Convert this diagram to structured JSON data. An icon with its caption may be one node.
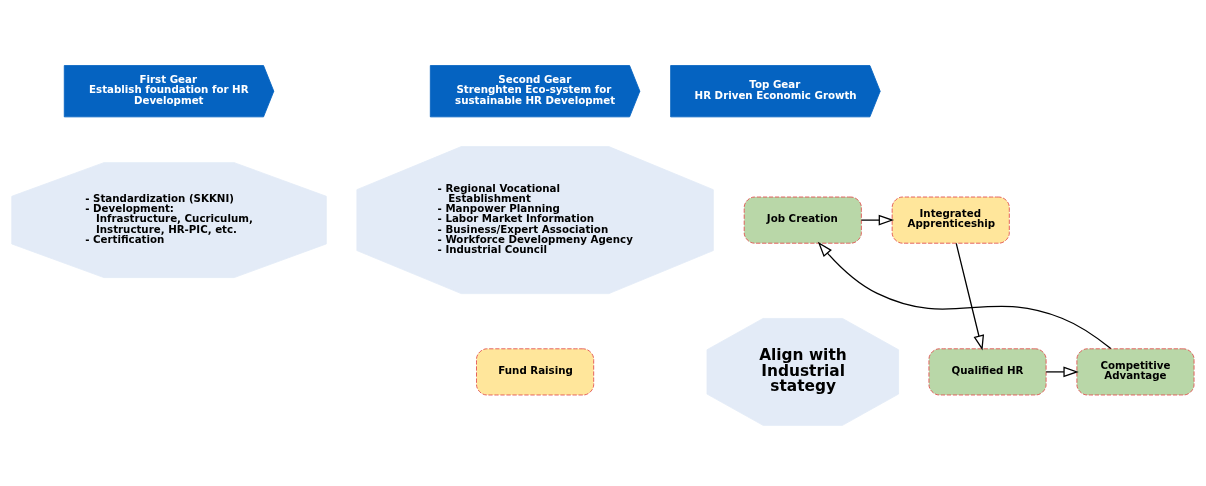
{
  "diagram": {
    "nodes": [
      {
        "text": [
          "First Gear",
          "Establish foundation for HR Developmet"
        ]
      },
      {
        "text": [
          "Second Gear",
          "Strenghten Eco-system for sustainable HR Developmet"
        ]
      },
      {
        "text": [
          "Top Gear",
          "HR Driven Economic Growth"
        ]
      },
      {
        "text": [
          "- Standardization (SKKNI)",
          "- Development: Infrastructure, Cucriculum, Instructure, HR-PIC, etc.",
          "- Certification"
        ]
      },
      {
        "text": [
          "- Regional Vocational Establishment",
          "- Manpower Planning",
          "- Labor Market Information",
          "- Business/Expert Association",
          "- Workforce Developmeny Agency",
          "- Industrial Council"
        ]
      },
      {
        "text": [
          "Fund Raising"
        ]
      },
      {
        "text": [
          "Align with Industrial stategy"
        ]
      },
      {
        "text": [
          "Job Creation"
        ]
      },
      {
        "text": [
          "Integrated Apprenticeship"
        ]
      },
      {
        "text": [
          "Qualified HR"
        ]
      },
      {
        "text": [
          "Competitive Advantage"
        ]
      }
    ],
    "edges": [
      {
        "from": 7,
        "to": 8,
        "arrow": "to"
      },
      {
        "from": 8,
        "to": 9,
        "arrow": "to"
      },
      {
        "from": 9,
        "to": 10,
        "arrow": "to"
      },
      {
        "from": 10,
        "to": 7,
        "arrow": "to"
      }
    ]
  }
}
